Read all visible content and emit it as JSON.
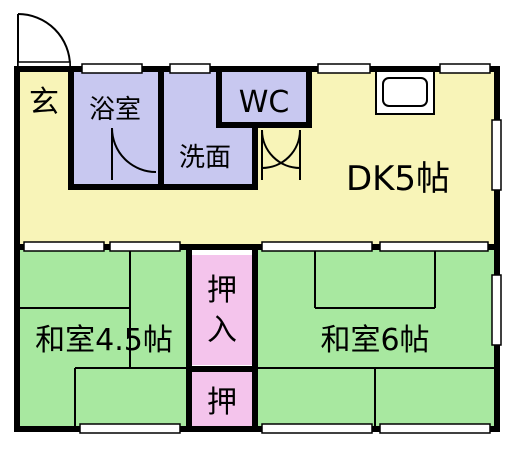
{
  "floorplan": {
    "rooms": {
      "entrance": "玄",
      "bath": "浴室",
      "washroom": "洗面",
      "toilet": "WC",
      "dk": "DK5帖",
      "washitsu_small": "和室4.5帖",
      "oshiire_upper_1": "押",
      "oshiire_upper_2": "入",
      "oshiire_lower": "押",
      "washitsu_large": "和室6帖"
    }
  },
  "colors": {
    "dk_floor": "#f8f4b8",
    "bath_floor": "#c8c8f0",
    "tatami": "#a8e8a0",
    "closet": "#f4c4ec",
    "entrance_floor": "#f8f4b8",
    "wall": "#000000"
  }
}
